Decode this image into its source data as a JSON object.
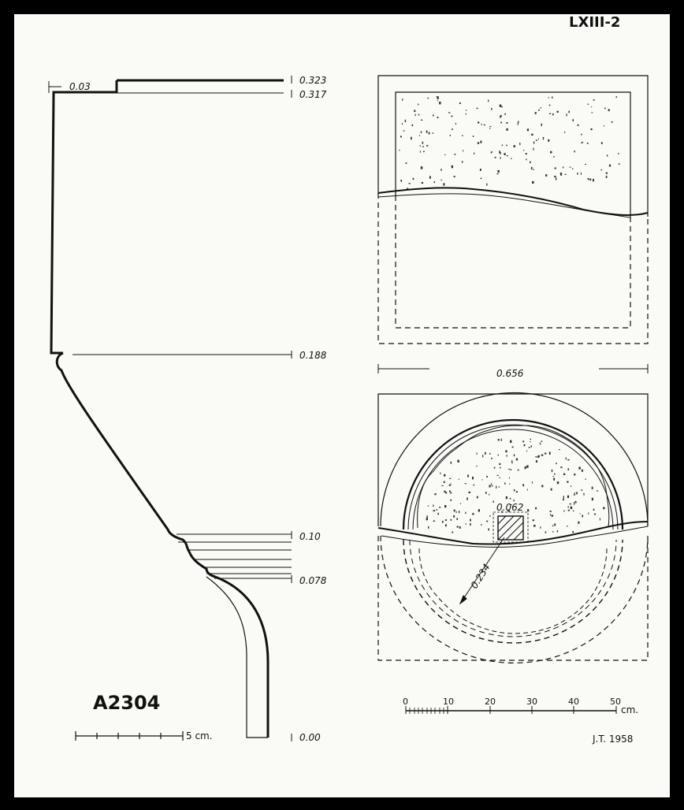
{
  "sheet": {
    "plate_number": "LXIII-2",
    "catalog_id": "A2304",
    "initials": "J.T. 1958",
    "colors": {
      "paper": "#fafaf7",
      "ink": "#111111",
      "border": "#000000"
    }
  },
  "profile": {
    "top_offset": "0.03",
    "heights": [
      "0.323",
      "0.317",
      "0.188",
      "0.10",
      "0.078",
      "0.00"
    ],
    "scale_label": "5 cm."
  },
  "elevation": {
    "width": "0.656"
  },
  "plan": {
    "socket_size": "0.062",
    "radius": "0.234"
  },
  "scale": {
    "ticks": [
      "0",
      "10",
      "20",
      "30",
      "40",
      "50"
    ],
    "unit": "cm."
  }
}
